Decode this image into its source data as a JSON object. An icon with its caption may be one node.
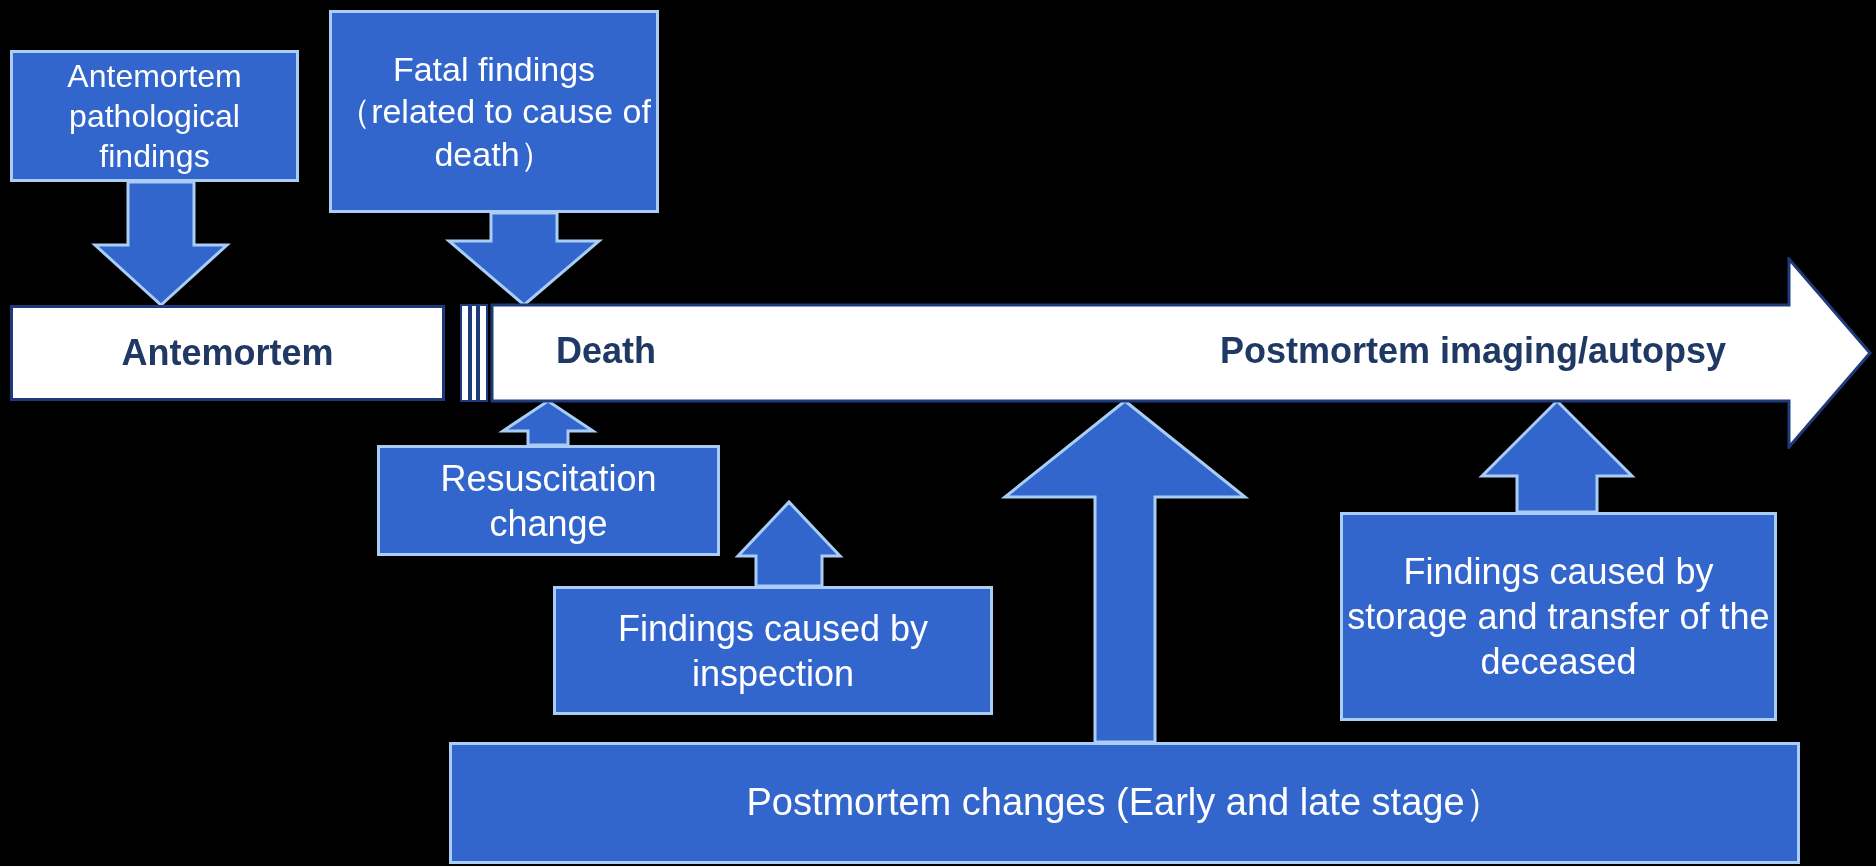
{
  "diagram": {
    "nodes": [
      {
        "text": [
          "Antemortem pathological findings"
        ]
      },
      {
        "text": [
          "Fatal findings （related to cause of death）"
        ]
      },
      {
        "text": [
          "Antemortem"
        ]
      },
      {
        "text": [
          "Death",
          "Postmortem imaging/autopsy"
        ]
      },
      {
        "text": [
          "Resuscitation change"
        ]
      },
      {
        "text": [
          "Findings caused by inspection"
        ]
      },
      {
        "text": [
          "Findings caused by storage and transfer of the deceased"
        ]
      },
      {
        "text": [
          "Postmortem changes (Early and late stage）"
        ]
      }
    ],
    "edges": [
      {
        "from": 0,
        "to": 2,
        "arrow": "to"
      },
      {
        "from": 1,
        "to": 3,
        "arrow": "to"
      },
      {
        "from": 4,
        "to": 3,
        "arrow": "to"
      },
      {
        "from": 5,
        "to": null,
        "arrow": "to"
      },
      {
        "from": 7,
        "to": 3,
        "arrow": "to"
      },
      {
        "from": 6,
        "to": 3,
        "arrow": "to"
      }
    ]
  }
}
